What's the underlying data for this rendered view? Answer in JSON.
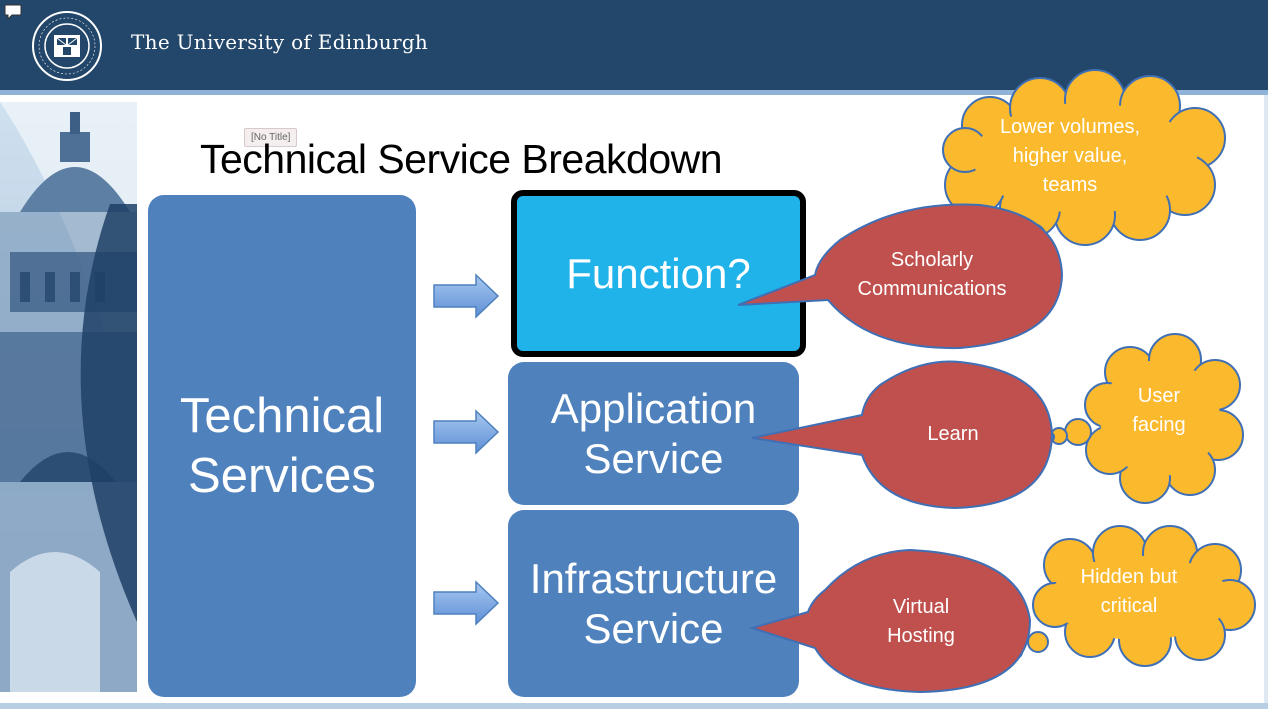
{
  "header": {
    "university_name": "The University of Edinburgh",
    "crest_ring_text": "THE UNIVERSITY OF EDINBURGH",
    "comment_icon": "speech-bubble-icon"
  },
  "slide": {
    "placeholder_tag": "[No Title]",
    "title": "Technical Service Breakdown",
    "boxes": {
      "technical_services": "Technical\nServices",
      "function": "Function?",
      "application_service": "Application\nService",
      "infrastructure_service": "Infrastructure\nService"
    },
    "speech_bubbles": {
      "scholarly": "Scholarly\nCommunications",
      "learn": "Learn",
      "virtual_hosting": "Virtual\nHosting"
    },
    "thought_clouds": {
      "lower_volumes": "Lower volumes,\nhigher value,\nteams",
      "user_facing": "User\nfacing",
      "hidden_critical": "Hidden but\ncritical"
    }
  },
  "colors": {
    "header_bg": "#23476b",
    "box_blue": "#4f81bd",
    "function_cyan": "#1fb3ea",
    "bubble_red": "#c0504d",
    "cloud_yellow": "#fbb92e"
  }
}
